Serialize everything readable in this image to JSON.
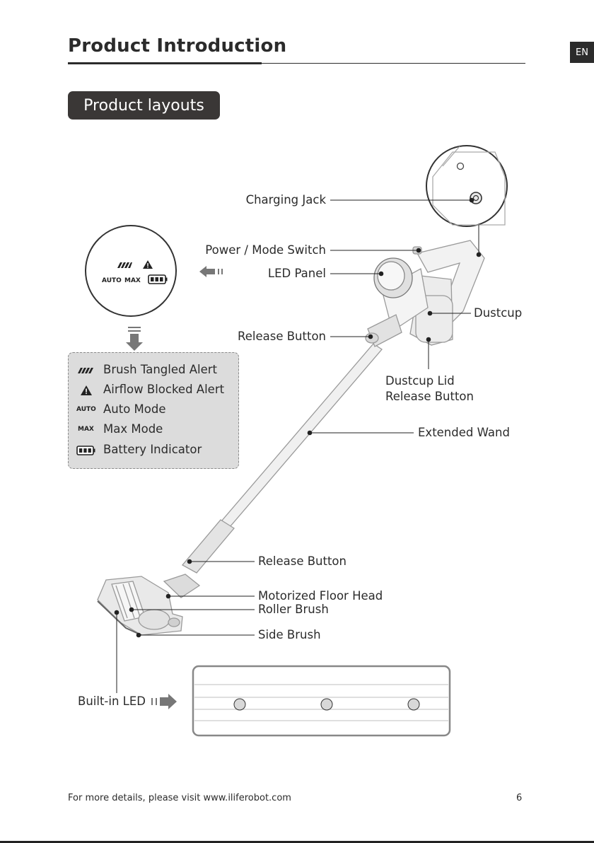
{
  "header": {
    "title": "Product Introduction",
    "language_badge": "EN",
    "section_pill": "Product layouts"
  },
  "callouts": {
    "charging_jack": "Charging Jack",
    "power_mode_switch": "Power / Mode Switch",
    "led_panel": "LED Panel",
    "release_button_top": "Release Button",
    "dustcup": "Dustcup",
    "dustcup_lid_release_line1": "Dustcup Lid",
    "dustcup_lid_release_line2": "Release Button",
    "extended_wand": "Extended Wand",
    "release_button_bottom": "Release Button",
    "motorized_floor_head": "Motorized Floor Head",
    "roller_brush": "Roller Brush",
    "side_brush": "Side Brush",
    "built_in_led": "Built-in LED"
  },
  "led_panel_zoom": {
    "auto_label": "AUTO",
    "max_label": "MAX"
  },
  "legend": {
    "items": [
      {
        "icon": "brush-tangled-icon",
        "label": "Brush Tangled Alert"
      },
      {
        "icon": "airflow-warning-icon",
        "label": "Airflow Blocked Alert"
      },
      {
        "icon": "auto-text-icon",
        "icon_text": "AUTO",
        "label": "Auto Mode"
      },
      {
        "icon": "max-text-icon",
        "icon_text": "MAX",
        "label": "Max Mode"
      },
      {
        "icon": "battery-icon",
        "label": "Battery Indicator"
      }
    ]
  },
  "footer": {
    "text": "For more details, please visit www.iliferobot.com",
    "page_number": "6"
  }
}
